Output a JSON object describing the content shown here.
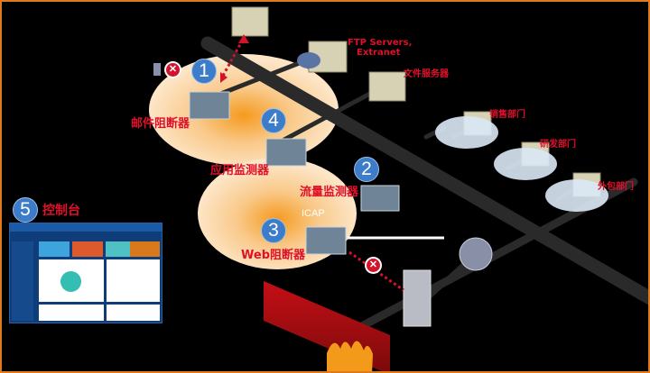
{
  "labels": {
    "ftp": "FTP Servers,",
    "extranet": "Extranet",
    "file_server": "文件服务器",
    "sales": "销售部门",
    "rnd": "研发部门",
    "outsource": "外包部门",
    "mail_blocker": "邮件阻断器",
    "app_monitor": "应用监测器",
    "traffic_monitor": "流量监测器",
    "icap": "ICAP",
    "web_blocker": "Web阻断器",
    "console": "控制台"
  },
  "numbers": {
    "n1": "1",
    "n2": "2",
    "n3": "3",
    "n4": "4",
    "n5": "5"
  },
  "block_mark": "✕",
  "console_screen": {
    "cards": [
      "",
      "",
      "",
      ""
    ]
  },
  "colors": {
    "label": "#e0102a",
    "badge": "#3d7cc9",
    "border": "#e07a1f",
    "glow": "#f7a540"
  }
}
